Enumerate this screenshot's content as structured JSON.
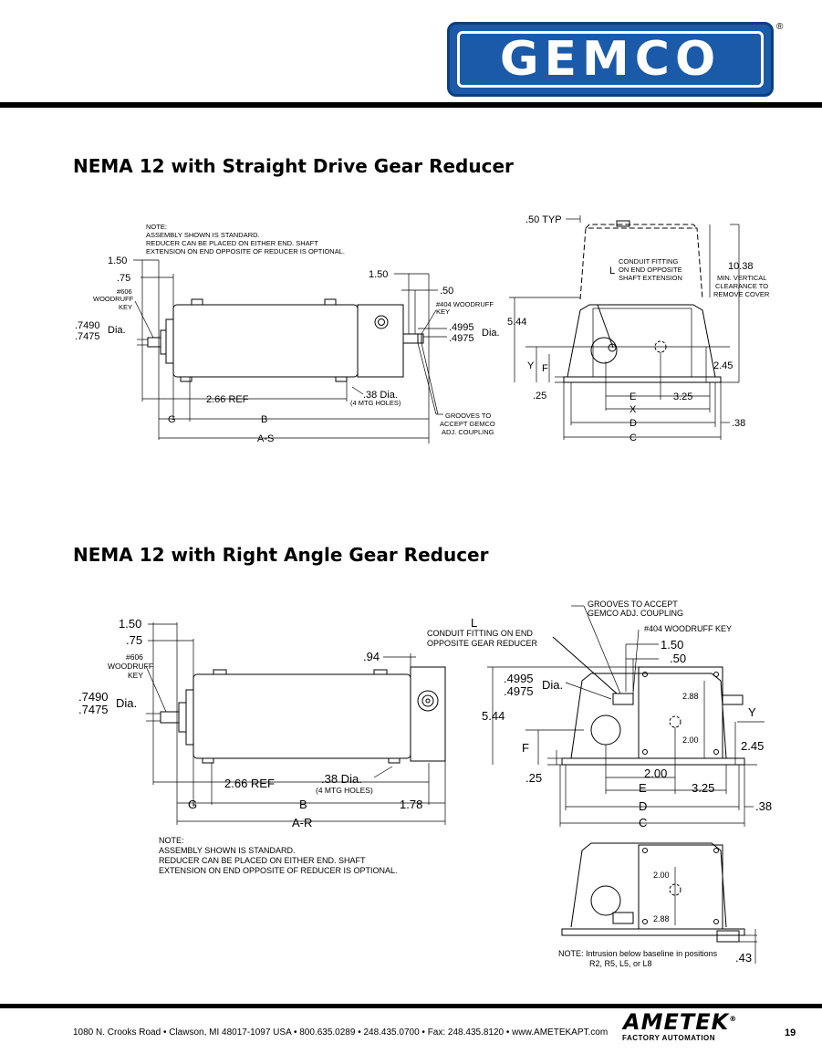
{
  "header": {
    "logo_text": "GEMCO",
    "registered_mark": "®"
  },
  "section1": {
    "title": "NEMA 12 with Straight Drive Gear Reducer",
    "note": [
      "NOTE:",
      "ASSEMBLY SHOWN IS STANDARD.",
      "REDUCER CAN BE PLACED ON EITHER END.  SHAFT",
      "EXTENSION ON END OPPOSITE OF REDUCER IS OPTIONAL."
    ],
    "dims": {
      "d150": "1.50",
      "d75": ".75",
      "woodruff606": [
        "#606",
        "WOODRUFF",
        "KEY"
      ],
      "dia_top": ".7490",
      "dia_bot": ".7475",
      "dia": "Dia.",
      "d150b": "1.50",
      "d50": ".50",
      "woodruff404": [
        "#404 WOODRUFF",
        "KEY"
      ],
      "dia2_top": ".4995",
      "dia2_bot": ".4975",
      "dia2": "Dia.",
      "ref266": "2.66 REF",
      "mtg": ".38 Dia.",
      "mtg_sub": "(4 MTG HOLES)",
      "grooves": [
        "GROOVES TO",
        "ACCEPT GEMCO",
        "ADJ. COUPLING"
      ],
      "G": "G",
      "B": "B",
      "AS": "A-S"
    },
    "side": {
      "typ": ".50 TYP",
      "L": "L",
      "conduit": [
        "CONDUIT FITTING",
        "ON END OPPOSITE",
        "SHAFT EXTENSION"
      ],
      "h1038": "10.38",
      "clearance": [
        "MIN. VERTICAL",
        "CLEARANCE TO",
        "REMOVE COVER"
      ],
      "h544": "5.44",
      "Y": "Y",
      "F": "F",
      "h245": "2.45",
      "d25": ".25",
      "E": "E",
      "d325": "3.25",
      "X": "X",
      "D": "D",
      "d38": ".38",
      "C": "C"
    }
  },
  "section2": {
    "title": "NEMA 12 with Right Angle Gear Reducer",
    "dims": {
      "d150": "1.50",
      "d75": ".75",
      "woodruff606": [
        "#606",
        "WOODRUFF",
        "KEY"
      ],
      "dia_top": ".7490",
      "dia_bot": ".7475",
      "dia": "Dia.",
      "d94": ".94",
      "ref266": "2.66 REF",
      "mtg": ".38 Dia.",
      "mtg_sub": "(4 MTG HOLES)",
      "G": "G",
      "B": "B",
      "d178": "1.78",
      "AR": "A-R"
    },
    "note": [
      "NOTE:",
      "ASSEMBLY SHOWN IS STANDARD.",
      "REDUCER CAN BE PLACED ON EITHER END.  SHAFT",
      "EXTENSION ON END OPPOSITE OF REDUCER IS OPTIONAL."
    ],
    "side": {
      "grooves": [
        "GROOVES TO ACCEPT",
        "GEMCO ADJ. COUPLING"
      ],
      "woodruff404": "#404 WOODRUFF KEY",
      "L": "L",
      "conduit": [
        "CONDUIT FITTING ON END",
        "OPPOSITE GEAR REDUCER"
      ],
      "d150": "1.50",
      "d50": ".50",
      "dia_top": ".4995",
      "dia_bot": ".4975",
      "dia": "Dia.",
      "d288": "2.88",
      "Y": "Y",
      "h544": "5.44",
      "d200": "2.00",
      "F": "F",
      "h245": "2.45",
      "d25": ".25",
      "d200b": "2.00",
      "E": "E",
      "d325": "3.25",
      "D": "D",
      "d38": ".38",
      "C": "C"
    },
    "bottom": {
      "d200": "2.00",
      "d288": "2.88",
      "note": [
        "NOTE: Intrusion below baseline in positions",
        "R2, R5, L5, or L8"
      ],
      "d43": ".43"
    }
  },
  "footer": {
    "address": "1080 N. Crooks Road • Clawson, MI 48017-1097 USA • 800.635.0289 • 248.435.0700 • Fax: 248.435.8120 • www.AMETEKAPT.com",
    "brand": "AMETEK",
    "brand_mark": "®",
    "brand_sub": "FACTORY AUTOMATION",
    "page": "19"
  }
}
